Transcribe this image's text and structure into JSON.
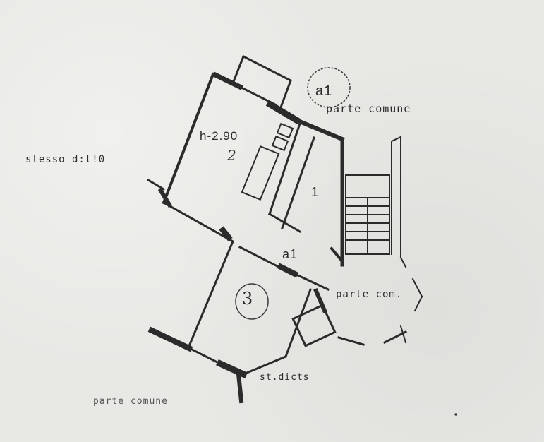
{
  "labels": {
    "stesso": "stesso d:t!0",
    "parte_comune_top": "parte comune",
    "parte_comune_mid": "parte com.",
    "studio": "st.dicts",
    "parte_comune_bottom": "parte comune",
    "height": "h-2.90",
    "room_2": "2",
    "room_1": "1",
    "room_3": "3",
    "a1_top": "a1",
    "a1_mid": "a1"
  },
  "colors": {
    "ink": "#2b2b2b",
    "paper": "#e8e8e5"
  }
}
